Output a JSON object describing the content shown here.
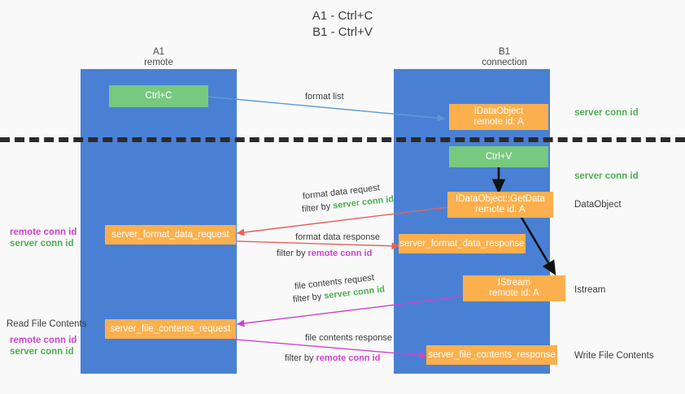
{
  "title": {
    "line1": "A1 - Ctrl+C",
    "line2": "B1 - Ctrl+V"
  },
  "columns": [
    {
      "name": "A1",
      "sub": "remote"
    },
    {
      "name": "B1",
      "sub": "connection"
    }
  ],
  "colors": {
    "lane": "#4a80d4",
    "green_box": "#77c97f",
    "orange_box": "#fbb04d",
    "server_conn_id": "#4caf50",
    "remote_conn_id": "#cc44cc",
    "blue_arrow": "#5b9bd5",
    "red_arrow": "#e8625a",
    "magenta_arrow": "#cc44cc",
    "black_arrow": "#111111",
    "background": "#f9f9f9"
  },
  "boxes": {
    "ctrl_c": {
      "label": "Ctrl+C"
    },
    "ctrl_v": {
      "label": "Ctrl+V"
    },
    "idataobject": {
      "line1": "IDataObject",
      "line2": "remote id: A"
    },
    "getdata": {
      "line1": "IDataObject::GetData",
      "line2": "remote id: A"
    },
    "istream": {
      "line1": "IStream",
      "line2": "remote id: A"
    },
    "server_format_data_request": {
      "label": "server_format_data_request"
    },
    "server_format_data_response": {
      "label": "server_format_data_response"
    },
    "server_file_contents_request": {
      "label": "server_file_contents_request"
    },
    "server_file_contents_response": {
      "label": "server_file_contents_response"
    }
  },
  "right_labels": {
    "server_conn_id_top": "server conn id",
    "server_conn_id_mid": "server conn id",
    "dataobject": "DataObject",
    "istream": "Istream",
    "write_file_contents": "Write File Contents"
  },
  "left_labels": {
    "remote_conn_id_1": "remote conn id",
    "server_conn_id_1": "server conn id",
    "read_file_contents": "Read File Contents",
    "remote_conn_id_2": "remote conn id",
    "server_conn_id_2": "server conn id"
  },
  "arrow_captions": {
    "format_list": "format list",
    "format_data_request": "format data request",
    "format_data_request_filter_prefix": "filter by ",
    "format_data_request_filter_value": "server conn id",
    "format_data_response": "format data response",
    "format_data_response_filter_prefix": "filter by ",
    "format_data_response_filter_value": "remote conn id",
    "file_contents_request": "file contents request",
    "file_contents_request_filter_prefix": "filter by ",
    "file_contents_request_filter_value": "server conn id",
    "file_contents_response": "file contents response",
    "file_contents_response_filter_prefix": "filter by ",
    "file_contents_response_filter_value": "remote conn id"
  }
}
